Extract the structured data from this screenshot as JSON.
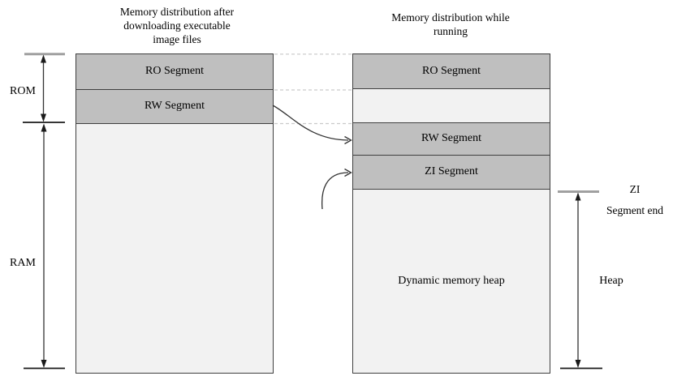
{
  "diagram": {
    "left": {
      "title_lines": [
        "Memory distribution after",
        "downloading executable",
        "image files"
      ],
      "segments": [
        {
          "label": "RO Segment"
        },
        {
          "label": "RW Segment"
        }
      ]
    },
    "right": {
      "title_lines": [
        "Memory distribution while",
        "running"
      ],
      "segments": [
        {
          "label": "RO Segment"
        },
        {
          "label": "RW Segment"
        },
        {
          "label": "ZI Segment"
        },
        {
          "label": "Dynamic memory heap"
        }
      ]
    },
    "labels": {
      "rom": "ROM",
      "ram": "RAM",
      "zi_end_lines": [
        "ZI",
        "Segment end"
      ],
      "heap": "Heap"
    }
  },
  "colors": {
    "segment_fill": "#bfbfbf",
    "light_fill": "#f2f2f2",
    "box_border": "#3f3f3f",
    "dashed_line": "#c9c9c9",
    "gray_tick": "#a0a0a0",
    "black_line": "#1a1a1a",
    "arrow_line": "#333333",
    "text": "#000000",
    "background": "#ffffff"
  }
}
